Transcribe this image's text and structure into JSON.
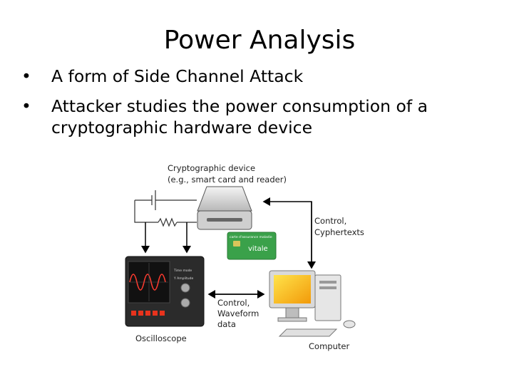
{
  "slide": {
    "title": "Power Analysis",
    "bullets": [
      "A form of Side Channel Attack",
      "Attacker studies the power consumption of a cryptographic hardware device"
    ]
  },
  "diagram": {
    "device_label_1": "Cryptographic device",
    "device_label_2": "(e.g., smart card and reader)",
    "control_cypher_1": "Control,",
    "control_cypher_2": "Cyphertexts",
    "control_wave_1": "Control,",
    "control_wave_2": "Waveform",
    "control_wave_3": "data",
    "oscilloscope_label": "Oscilloscope",
    "computer_label": "Computer",
    "card_header": "carte d'assurance maladie",
    "card_brand": "vitale",
    "scope_time": "Time mode",
    "scope_amp": "Y Amplitude"
  }
}
